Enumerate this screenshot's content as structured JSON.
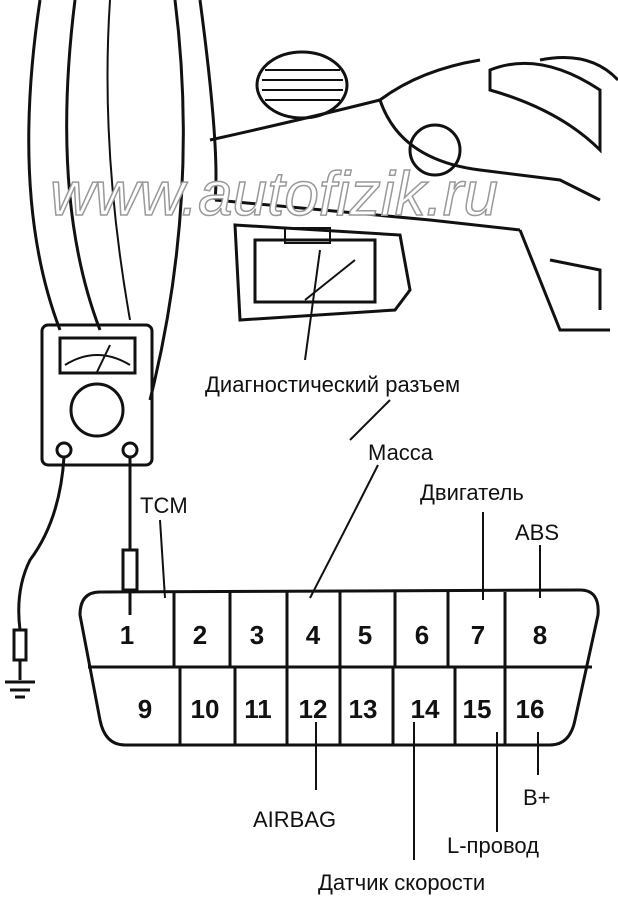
{
  "title": "Диагностический разъем",
  "labels": {
    "ground": "Масса",
    "engine": "Двигатель",
    "abs": "ABS",
    "tcm": "TCM",
    "airbag": "AIRBAG",
    "b_plus": "B+",
    "l_wire": "L-провод",
    "speed_sensor": "Датчик скорости"
  },
  "pins_top": [
    "1",
    "2",
    "3",
    "4",
    "5",
    "6",
    "7",
    "8"
  ],
  "pins_bottom": [
    "9",
    "10",
    "11",
    "12",
    "13",
    "14",
    "15",
    "16"
  ],
  "watermark": "www.autofizik.ru"
}
